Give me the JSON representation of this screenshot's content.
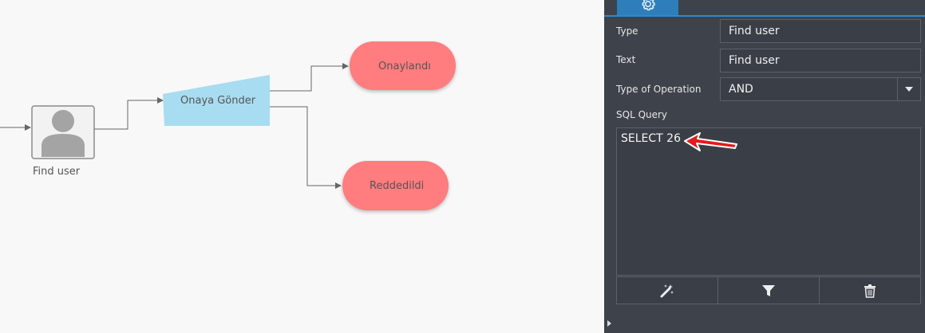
{
  "diagram": {
    "user_node_label": "Find user",
    "send_node_label": "Onaya Gönder",
    "approved_node_label": "Onaylandı",
    "rejected_node_label": "Reddedildi"
  },
  "panel": {
    "tab_icon": "gear-icon",
    "fields": [
      {
        "label": "Type",
        "value": "Find user"
      },
      {
        "label": "Text",
        "value": "Find user"
      }
    ],
    "operation": {
      "label": "Type of Operation",
      "value": "AND"
    },
    "sql": {
      "label": "SQL Query",
      "value": "SELECT 26"
    },
    "toolbar": [
      "magic-wand-icon",
      "filter-icon",
      "trash-icon"
    ]
  },
  "colors": {
    "panel_bg": "#3e434b",
    "accent": "#2e7fb9",
    "end_node": "#ff7b7f",
    "task_node": "#a8dcf0"
  }
}
